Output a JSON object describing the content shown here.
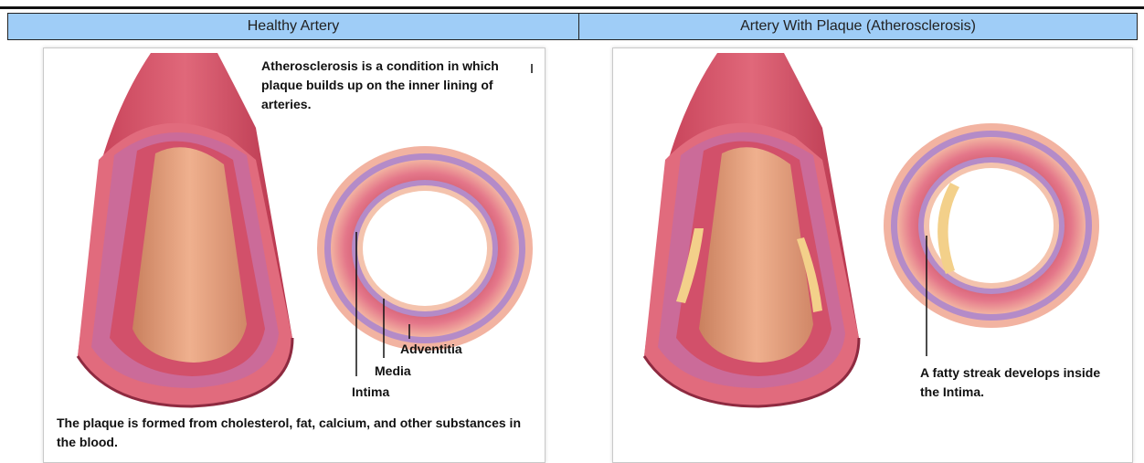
{
  "headers": {
    "left": "Healthy Artery",
    "right": "Artery With Plaque (Atherosclerosis)"
  },
  "left_panel": {
    "description": "Atherosclerosis is a condition in which plaque builds up on the inner lining of arteries.",
    "caption": "The plaque is formed from cholesterol, fat, calcium, and other substances in the blood.",
    "labels": {
      "adventitia": "Adventitia",
      "media": "Media",
      "intima": "Intima"
    }
  },
  "right_panel": {
    "annotation": "A fatty streak develops inside the Intima."
  },
  "colors": {
    "header_bg": "#9fcdf7",
    "artery_outer": "#f2b3a1",
    "artery_wall": "#d9516a",
    "artery_media": "#b23a55",
    "intima_purple": "#b48bc8",
    "lumen": "#e9a07f",
    "fatty_streak": "#f3d08a"
  }
}
